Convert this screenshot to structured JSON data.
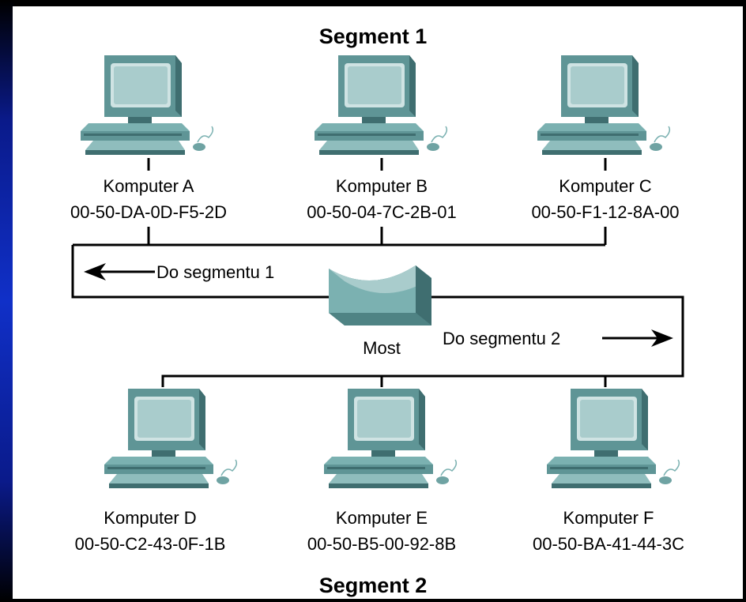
{
  "segment1_title": "Segment 1",
  "segment2_title": "Segment 2",
  "bridge_label": "Most",
  "arrow_left_label": "Do segmentu 1",
  "arrow_right_label": "Do segmentu 2",
  "computers_top": [
    {
      "name": "Komputer A",
      "mac": "00-50-DA-0D-F5-2D"
    },
    {
      "name": "Komputer B",
      "mac": "00-50-04-7C-2B-01"
    },
    {
      "name": "Komputer C",
      "mac": "00-50-F1-12-8A-00"
    }
  ],
  "computers_bottom": [
    {
      "name": "Komputer D",
      "mac": "00-50-C2-43-0F-1B"
    },
    {
      "name": "Komputer E",
      "mac": "00-50-B5-00-92-8B"
    },
    {
      "name": "Komputer F",
      "mac": "00-50-BA-41-44-3C"
    }
  ],
  "colors": {
    "device": "#6fa3a3",
    "device_dark": "#3f6e70",
    "screen": "#cfe3e3",
    "background": "#000000",
    "panel": "#ffffff"
  }
}
